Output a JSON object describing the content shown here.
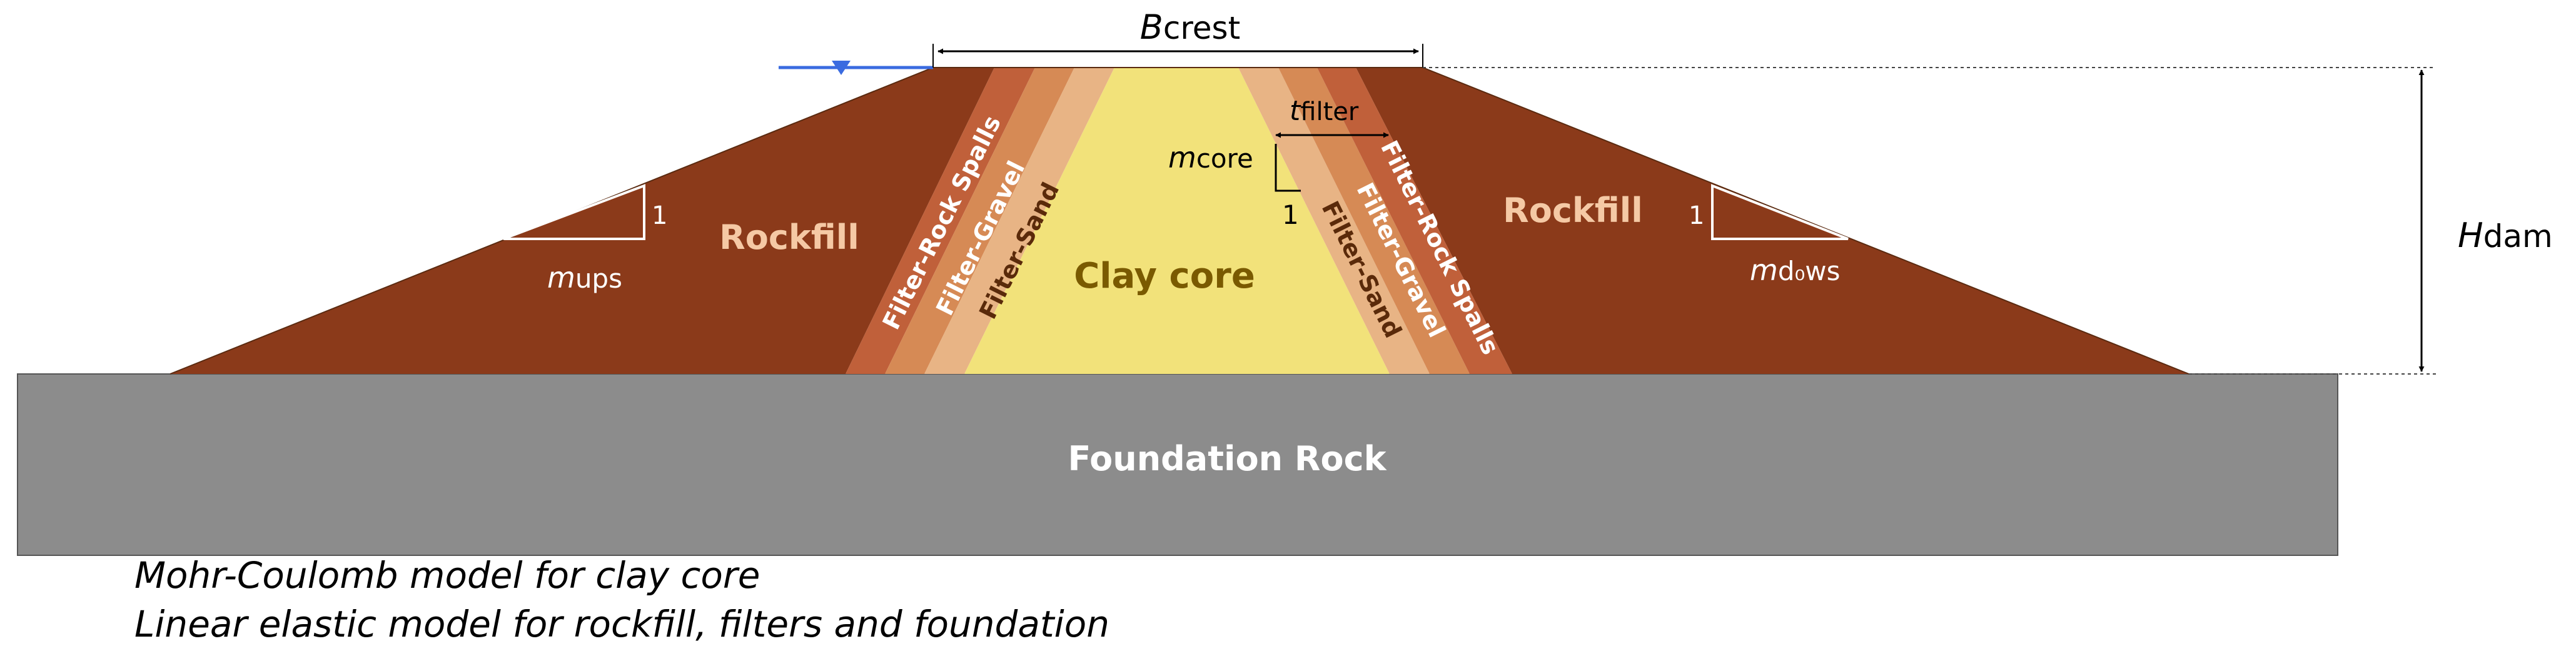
{
  "labels": {
    "rockfill_left": "Rockfill",
    "rockfill_right": "Rockfill",
    "clay_core": "Clay core",
    "foundation": "Foundation Rock",
    "filter_rock_spalls_left": "Filter-Rock Spalls",
    "filter_gravel_left": "Filter-Gravel",
    "filter_sand_left": "Filter-Sand",
    "filter_sand_right": "Filter-Sand",
    "filter_gravel_right": "Filter-Gravel",
    "filter_rock_spalls_right": "Filter-Rock Spalls"
  },
  "dimensions": {
    "crest_main": "B",
    "crest_sub": "crest",
    "height_main": "H",
    "height_sub": "dam",
    "filter_main": "t",
    "filter_sub": "filter",
    "core_slope_main": "m",
    "core_slope_sub": "core",
    "core_slope_one": "1",
    "ups_slope_main": "m",
    "ups_slope_sub": "ups",
    "ups_slope_one": "1",
    "ds_slope_main": "m",
    "ds_slope_sub": "d₀ws",
    "ds_slope_one": "1"
  },
  "notes": [
    "Mohr-Coulomb model for clay core",
    "Linear elastic model for rockfill, filters and foundation"
  ],
  "colors": {
    "rockfill": "#8B3A1A",
    "rock_spalls": "#C0603A",
    "gravel": "#D68A55",
    "sand": "#E8B485",
    "clay": "#F2E27A",
    "foundation": "#8C8C8C",
    "water": "#3A6BE0",
    "rockfill_text": "#F5C9A5",
    "clay_text": "#7A5A00",
    "filter_text_light": "#FFFFFF",
    "filter_text_dark": "#5A2A0A"
  }
}
